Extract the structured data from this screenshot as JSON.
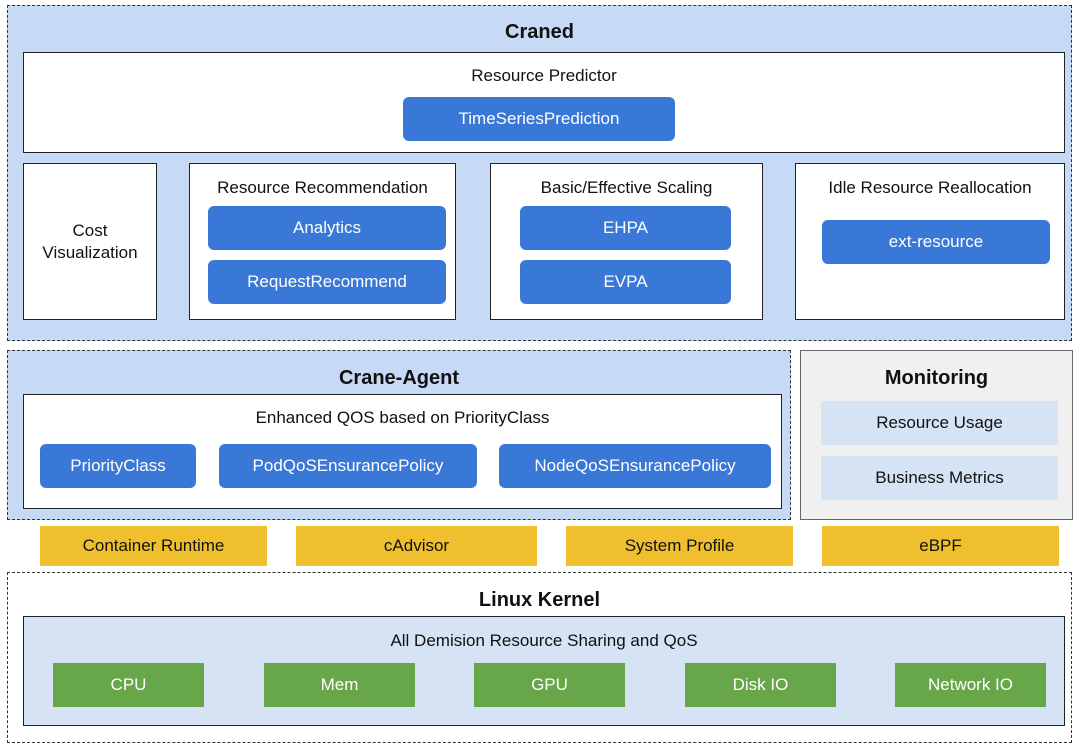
{
  "craned": {
    "title": "Craned",
    "resource_predictor": {
      "label": "Resource Predictor",
      "time_series": "TimeSeriesPrediction"
    },
    "cost_visualization": "Cost\nVisualization",
    "resource_recommendation": {
      "label": "Resource Recommendation",
      "analytics": "Analytics",
      "request_recommend": "RequestRecommend"
    },
    "scaling": {
      "label": "Basic/Effective Scaling",
      "ehpa": "EHPA",
      "evpa": "EVPA"
    },
    "idle_reallocation": {
      "label": "Idle Resource Reallocation",
      "ext_resource": "ext-resource"
    }
  },
  "crane_agent": {
    "title": "Crane-Agent",
    "qos": {
      "label": "Enhanced QOS based on PriorityClass",
      "priority_class": "PriorityClass",
      "pod_qos": "PodQoSEnsurancePolicy",
      "node_qos": "NodeQoSEnsurancePolicy"
    }
  },
  "monitoring": {
    "title": "Monitoring",
    "resource_usage": "Resource Usage",
    "business_metrics": "Business Metrics"
  },
  "sources": {
    "container_runtime": "Container Runtime",
    "cadvisor": "cAdvisor",
    "system_profile": "System Profile",
    "ebpf": "eBPF"
  },
  "linux_kernel": {
    "title": "Linux Kernel",
    "sharing": {
      "label": "All Demision Resource Sharing and QoS",
      "cpu": "CPU",
      "mem": "Mem",
      "gpu": "GPU",
      "disk_io": "Disk IO",
      "network_io": "Network IO"
    }
  },
  "colors": {
    "craned_bg": "#c6d9f5",
    "monitoring_bg": "#f0f0f0",
    "kernel_inner_bg": "#d5e3f5",
    "blue_button": "#3a78d8",
    "yellow_block": "#f0bf2e",
    "green_block": "#68a64a"
  }
}
